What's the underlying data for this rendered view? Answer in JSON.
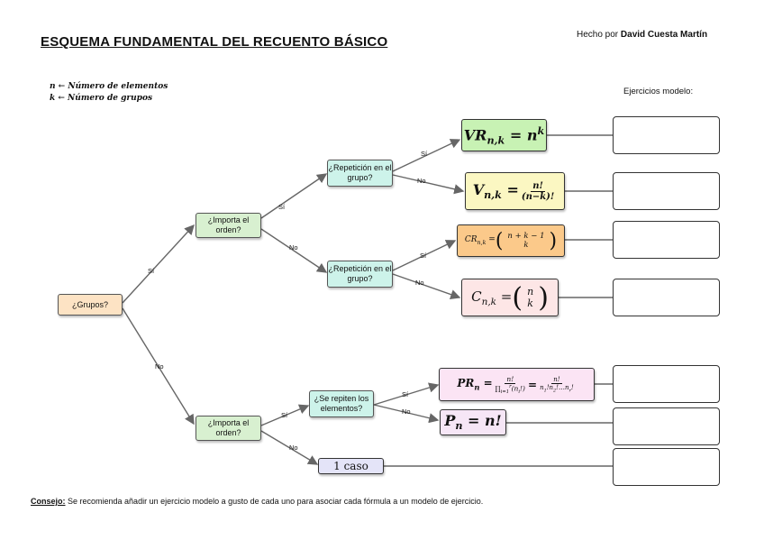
{
  "header": {
    "title": "ESQUEMA FUNDAMENTAL DEL RECUENTO BÁSICO",
    "author_prefix": "Hecho por",
    "author_name": "David Cuesta Martín"
  },
  "legend": {
    "n_line": "n ← Número de elementos",
    "k_line": "k ← Número de grupos"
  },
  "exercises_header": "Ejercicios modelo:",
  "nodes": {
    "grupos": "¿Grupos?",
    "importa_orden_top": "¿Importa el orden?",
    "importa_orden_bottom": "¿Importa el orden?",
    "repeticion_top": "¿Repetición en el grupo?",
    "repeticion_mid": "¿Repetición en el grupo?",
    "se_repiten": "¿Se repiten los elementos?"
  },
  "edges": {
    "si": "Sí",
    "no": "No"
  },
  "formulas": {
    "vr": "VRn,k = n^k",
    "v": "Vn,k = n!/(n−k)!",
    "cr": "CRn,k = (n+k−1 over k)",
    "c": "Cn,k = (n over k)",
    "pr": "PRn = n!/∏(ni!) = n!/(n1!n2!…nr!)",
    "p": "Pn = n!",
    "uno": "1 caso"
  },
  "footer": {
    "tip_label": "Consejo:",
    "tip_text": " Se recomienda añadir un ejercicio modelo a gusto de cada uno para asociar cada fórmula a un modelo de ejercicio."
  },
  "colors": {
    "orange": "#fde3c4",
    "green": "#d8f0d0",
    "cyan": "#cdf3ea",
    "vr_box": "#c8f2b4",
    "v_box": "#fbf7c2",
    "cr_box": "#fbc98a",
    "c_box": "#fde6e6",
    "pr_box": "#fbe4f4",
    "p_box": "#f6e6f6",
    "uno_box": "#e4e4f8"
  }
}
